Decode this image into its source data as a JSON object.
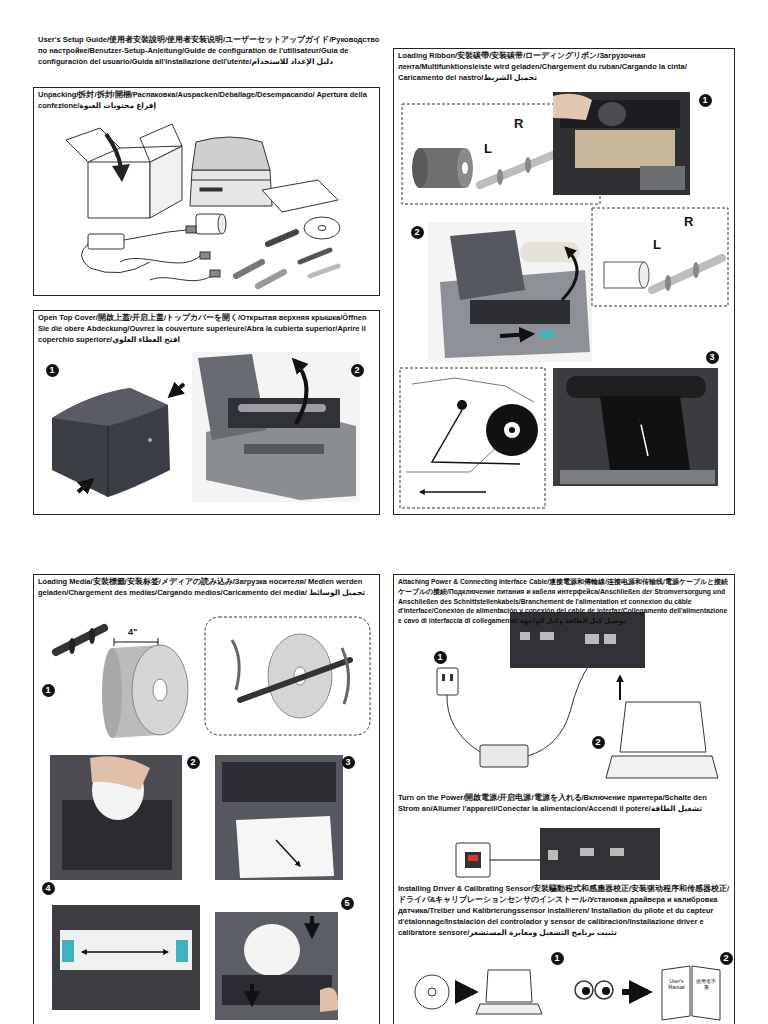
{
  "diagram": {
    "title": "User's Setup Guide/使用者安裝說明/使用者安装说明/ユーザーセットアップガイド/Руководство по настройке/Benutzer-Setup-Anleitung/Guide de configuration de l'utilisateur/Guía de configuración del usuario/Guida all'installazione dell'utente/دليل الإعداد للاستخدام",
    "nodes": [
      {
        "text": [
          "Unpacking/拆封/拆封/開梱/Распаковка/Auspacken/Déballage/Desempacando/ Apertura della confezione/إفراغ محتويات العبوة"
        ]
      },
      {
        "text": [
          "Open Top Cover/開啟上蓋/开启上盖/トップカバーを開く/Открытая верхняя крышка/Öffnen Sie die obere Abdeckung/Ouvrez la couverture supérieure/Abra la cubierta superior/Aprire il coperchio superiore/افتح الغطاء العلوي"
        ]
      },
      {
        "text": [
          "Loading Ribbon/安裝碳帶/安装碳带/ローディングリボン/Загрузочная лента/Multifunktionsleiste wird geladen/Chargement du ruban/Cargando la cinta/ Caricamento del nastro/تحميل الشريط"
        ]
      },
      {
        "text": [
          "Loading Media/安裝標籤/安装标签/メディアの読み込み/Загрузка носителя/ Medien werden geladen/Chargement des medias/Cargando medios/Caricamento dei media/ تحميل الوسائط"
        ]
      },
      {
        "text": [
          "Attaching Power & Connecting Interface Cable/連接電源和傳輸線/连接电源和传输线/電源ケーブルと接続ケーブルの接続/Подключение питания и кабеля интерфейса/Anschließen der Stromversorgung und Anschließen des Schnittstellenkabels/Branchement de l'alimentation et connexion du câble d'interface/Conexión de alimentación y conexión del cable de interfaz/Collegamento dell'alimentazione e cavo di interfaccia di collegamento/ توصيل كبل الطاقة وكبل الواجهة",
          "Turn on the Power/開啟電源/开启电源/電源を入れる/Включение принтера/Schalte den Strom an/Allumer l'appareil/Conectar la alimentación/Accendi il potere/تشغيل الطاقة",
          "Installing Driver & Calibrating Sensor/安裝驅動程式和感應器校正/安装驱动程序和传感器校正/ドライバ&キャリブレーションセンサのインストール/Установка драйвера и калибровка датчика/Treiber und Kalibrierungssensor installieren/ Installation du pilote et du capteur d'étalonnage/Instalación del controlador y sensor de calibración/Installazione driver e calibratore sensore/تثبيت برنامج التشغيل ومعايرة المستشعر"
        ]
      }
    ],
    "labels": [
      "1",
      "2",
      "1",
      "R",
      "L",
      "2",
      "R",
      "L",
      "3",
      "4\"",
      "1",
      "2",
      "3",
      "4",
      "5",
      "1",
      "2",
      "1",
      "2",
      "User's Manual",
      "使用者手冊"
    ]
  }
}
